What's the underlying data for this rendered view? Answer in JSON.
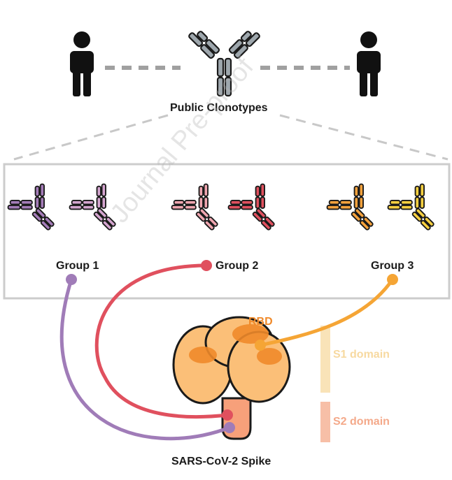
{
  "labels": {
    "public_clonotypes": "Public Clonotypes",
    "group1": "Group 1",
    "group2": "Group 2",
    "group3": "Group 3",
    "rbd": "RBD",
    "s1": "S1 domain",
    "s2": "S2 domain",
    "spike": "SARS-CoV-2 Spike",
    "watermark": "Journal Pre-proof"
  },
  "colors": {
    "group1_a": "#a47cb8",
    "group1_b": "#d4a5cf",
    "group2_a": "#f0a6b0",
    "group2_b": "#e0505e",
    "group3_a": "#f5a23c",
    "group3_b": "#f8d040",
    "central": "#9ea7ad",
    "rbd": "#f08a2a",
    "s1": "#f7d9a0",
    "s2": "#f4a98a",
    "spike_body": "#fbbf78",
    "spike_stalk": "#f7a07a",
    "line_group1": "#a07cb8",
    "line_group2": "#e0505e",
    "line_group3": "#f5a535"
  }
}
